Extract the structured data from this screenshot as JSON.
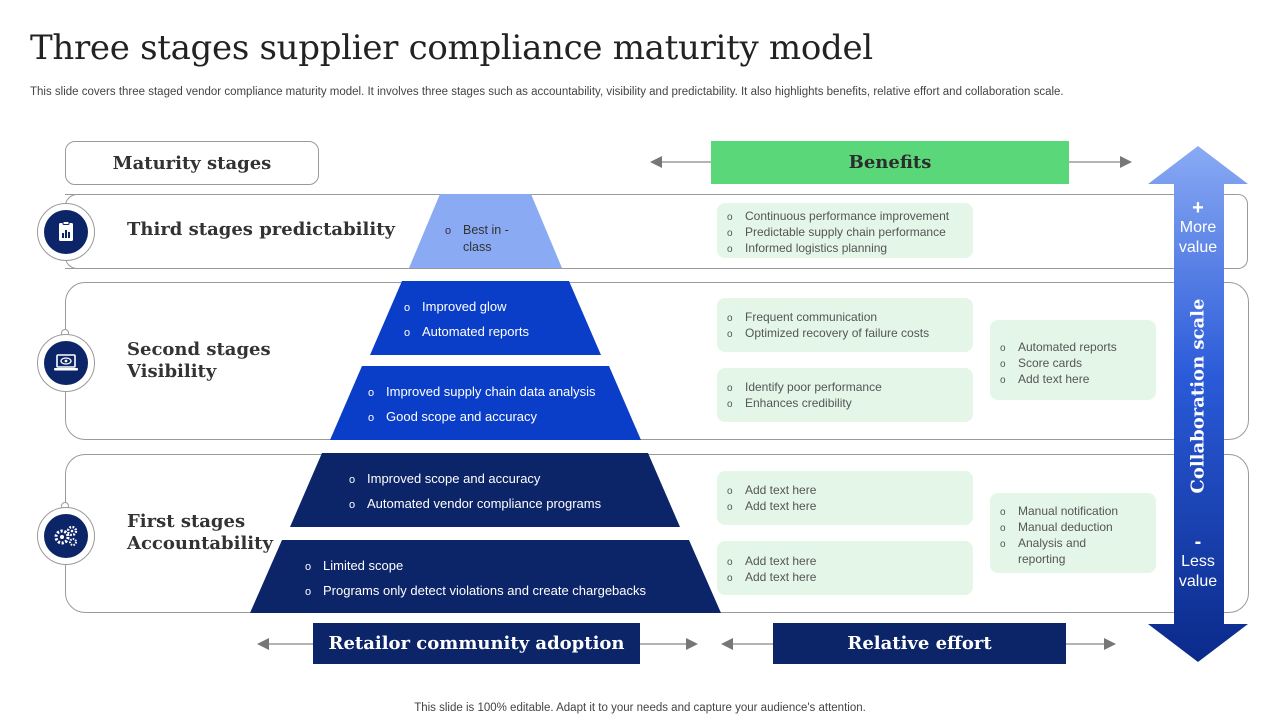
{
  "header": {
    "title": "Three stages supplier compliance maturity model",
    "subtitle": "This slide covers three staged vendor compliance maturity model. It involves three stages such as accountability, visibility and predictability. It also highlights benefits, relative effort and collaboration scale."
  },
  "maturity_header": "Maturity stages",
  "benefits_header": "Benefits",
  "stages": {
    "third": "Third stages predictability",
    "second_line1": "Second stages",
    "second_line2": "Visibility",
    "first_line1": "First stages",
    "first_line2": "Accountability"
  },
  "icons": {
    "third": "clipboard-chart-icon",
    "second": "laptop-eye-icon",
    "first": "gears-icon"
  },
  "pyramid": {
    "tier1": [
      "Best in -",
      "class"
    ],
    "tier2": [
      "Improved  glow",
      "Automated reports"
    ],
    "tier3": [
      "Improved  supply chain data analysis",
      "Good scope and accuracy"
    ],
    "tier4": [
      "Improved  scope and accuracy",
      "Automated vendor compliance programs"
    ],
    "tier5": [
      "Limited scope",
      "Programs only detect violations  and create chargebacks"
    ]
  },
  "benefits": {
    "b1": [
      "Continuous performance improvement",
      "Predictable supply chain performance",
      "Informed logistics planning"
    ],
    "b2": [
      "Frequent communication",
      "Optimized recovery  of failure costs"
    ],
    "b3": [
      "Identify poor performance",
      "Enhances credibility"
    ],
    "b4": [
      "Add text here",
      "Add text here"
    ],
    "b5": [
      "Add text here",
      "Add text here"
    ],
    "r1": [
      "Automated reports",
      "Score cards",
      "Add text here"
    ],
    "r2": [
      "Manual notification",
      "Manual deduction",
      "Analysis and",
      "reporting"
    ]
  },
  "bottom": {
    "retailer": "Retailor community adoption",
    "effort": "Relative effort"
  },
  "scale": {
    "label": "Collaboration scale",
    "plus": "+",
    "more": "More",
    "value_top": "value",
    "minus": "-",
    "less": "Less",
    "value_bottom": "value"
  },
  "footer": "This slide is 100% editable. Adapt it to your needs and capture your audience's attention.",
  "colors": {
    "navy": "#0c2468",
    "royal_blue": "#0a3ec8",
    "light_blue": "#8aaaf4",
    "green": "#5ad879",
    "light_green": "#e4f6e7"
  }
}
